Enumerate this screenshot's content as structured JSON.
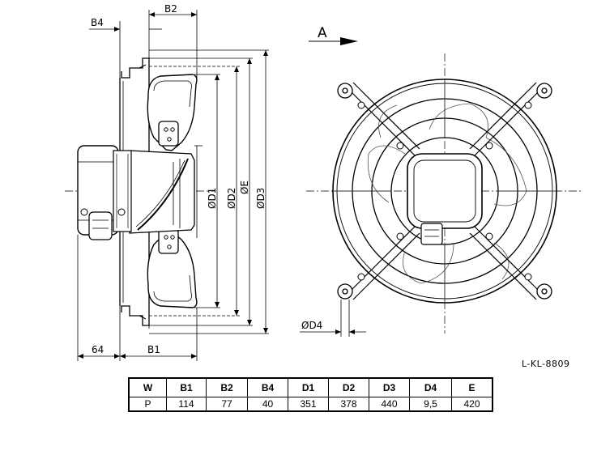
{
  "drawing": {
    "view_label": "A",
    "side_view": {
      "dimensions": {
        "b4": "B4",
        "b2": "B2",
        "b1": "B1",
        "d1": "ØD1",
        "d2": "ØD2",
        "e": "ØE",
        "d3": "ØD3",
        "motor_offset": "64"
      }
    },
    "front_view": {
      "dimensions": {
        "d4": "ØD4"
      }
    },
    "reference": "L-KL-8809"
  },
  "table": {
    "headers": [
      "W",
      "B1",
      "B2",
      "B4",
      "D1",
      "D2",
      "D3",
      "D4",
      "E"
    ],
    "rows": [
      [
        "P",
        "114",
        "77",
        "40",
        "351",
        "378",
        "440",
        "9,5",
        "420"
      ]
    ]
  }
}
